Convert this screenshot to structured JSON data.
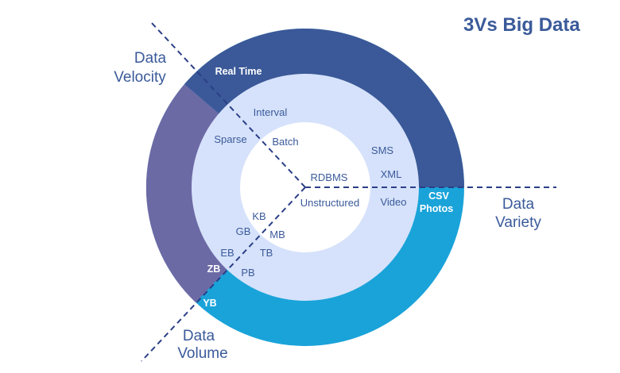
{
  "title": "3Vs Big Data",
  "colors": {
    "velocity": "#3b5998",
    "velocity_left": "#6c6aa5",
    "volume": "#1aa3d9",
    "inner_ring": "#d6e2fb",
    "center": "#ffffff",
    "lines": "#2b3f87",
    "text_dark": "#3a5a9a"
  },
  "axes": {
    "velocity": [
      "Data",
      "Velocity"
    ],
    "variety": [
      "Data",
      "Variety"
    ],
    "volume": [
      "Data",
      "Volume"
    ]
  },
  "outer_labels": {
    "real_time": "Real Time",
    "csv": "CSV",
    "photos": "Photos",
    "zb": "ZB",
    "yb": "YB"
  },
  "middle_labels": {
    "interval": "Interval",
    "sparse": "Sparse",
    "batch": "Batch",
    "sms": "SMS",
    "xml": "XML",
    "video": "Video",
    "eb": "EB",
    "pb": "PB",
    "gb": "GB",
    "tb": "TB"
  },
  "inner_labels": {
    "rdbms": "RDBMS",
    "unstructured": "Unstructured",
    "kb": "KB",
    "mb": "MB"
  }
}
